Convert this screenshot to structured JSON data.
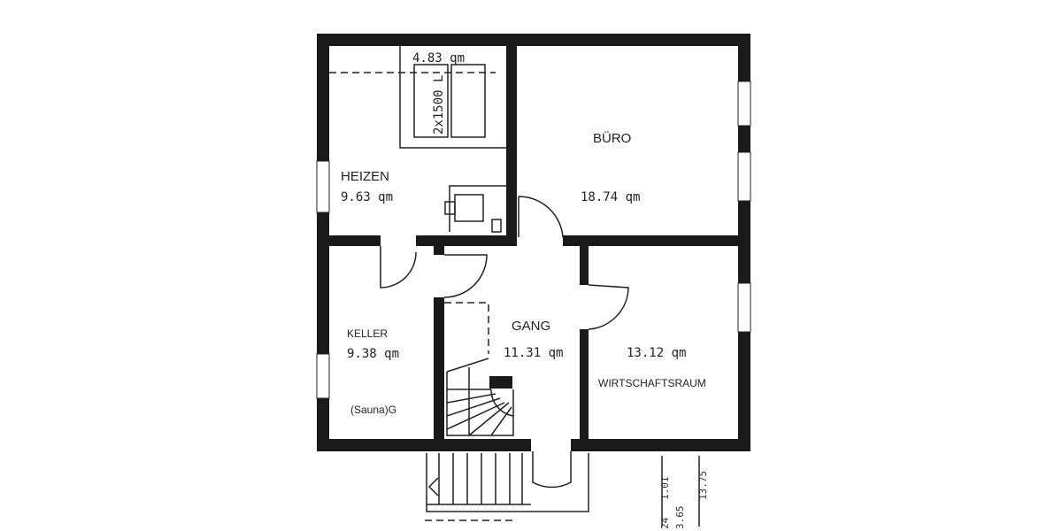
{
  "plan": {
    "rooms": [
      {
        "name": "HEIZEN",
        "area": "9.63 qm"
      },
      {
        "name": "BÜRO",
        "area": "18.74 qm"
      },
      {
        "name": "KELLER",
        "area": "9.38 qm"
      },
      {
        "name": "GANG",
        "area": "11.31 qm"
      },
      {
        "name": "WIRTSCHAFTSRAUM",
        "area": "13.12 qm"
      }
    ],
    "tank_area": "4.83 qm",
    "tank_label": "2x1500 L",
    "sauna_label": "(Sauna)G",
    "dimensions": [
      "24",
      "1.01",
      "3.65",
      "13.75"
    ],
    "wall_color": "#1a1a1a"
  }
}
